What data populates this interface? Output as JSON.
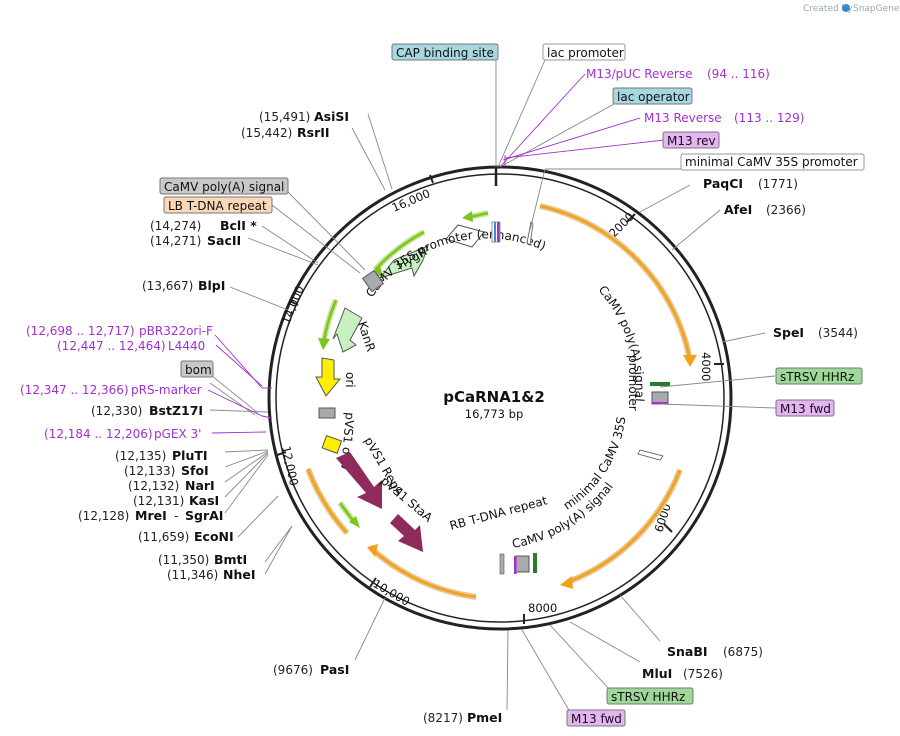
{
  "credit": {
    "prefix": "Created by",
    "brand": "SnapGene"
  },
  "plasmid": {
    "name": "pCaRNA1&2",
    "length": "16,773 bp"
  },
  "ticks": {
    "t2000": "2000",
    "t4000": "4000",
    "t6000": "6000",
    "t8000": "8000",
    "t10000": "10,000",
    "t12000": "12,000",
    "t14000": "14,000",
    "t16000": "16,000"
  },
  "boxes": {
    "cap_binding_site": "CAP binding site",
    "lac_promoter": "lac promoter",
    "lac_operator": "lac operator",
    "m13_rev": "M13 rev",
    "minimal_camv_top": "minimal CaMV 35S promoter",
    "camv_polya_left": "CaMV poly(A) signal",
    "lb_tdna": "LB T-DNA repeat",
    "bom": "bom",
    "strsv_right": "sTRSV HHRz",
    "m13_fwd_right": "M13 fwd",
    "strsv_bottom": "sTRSV HHRz",
    "m13_fwd_bottom": "M13 fwd"
  },
  "primers": {
    "m13_puc_rev": "M13/pUC Reverse",
    "m13_puc_rev_pos": "(94 .. 116)",
    "m13_reverse": "M13 Reverse",
    "m13_reverse_pos": "(113 .. 129)",
    "pbr322": "pBR322ori-F",
    "pbr322_pos": "(12,698 .. 12,717)",
    "l4440": "L4440",
    "l4440_pos": "(12,447 .. 12,464)",
    "prs": "pRS-marker",
    "prs_pos": "(12,347 .. 12,366)",
    "pgex": "pGEX 3'",
    "pgex_pos": "(12,184 .. 12,206)"
  },
  "enzymes": {
    "asisi": {
      "name": "AsiSI",
      "pos": "(15,491)"
    },
    "rsrii": {
      "name": "RsrII",
      "pos": "(15,442)"
    },
    "bcli": {
      "name": "BclI *",
      "pos": "(14,274)"
    },
    "sacii": {
      "name": "SacII",
      "pos": "(14,271)"
    },
    "blpi": {
      "name": "BlpI",
      "pos": "(13,667)"
    },
    "bstz17i": {
      "name": "BstZ17I",
      "pos": "(12,330)"
    },
    "pluti": {
      "name": "PluTI",
      "pos": "(12,135)"
    },
    "sfoi": {
      "name": "SfoI",
      "pos": "(12,133)"
    },
    "nari": {
      "name": "NarI",
      "pos": "(12,132)"
    },
    "kasi": {
      "name": "KasI",
      "pos": "(12,131)"
    },
    "mrei": {
      "name": "MreI",
      "pos": "(12,128)",
      "alt": "SgrAI"
    },
    "econi": {
      "name": "EcoNI",
      "pos": "(11,659)"
    },
    "bmti": {
      "name": "BmtI",
      "pos": "(11,350)"
    },
    "nhei": {
      "name": "NheI",
      "pos": "(11,346)"
    },
    "pasi": {
      "name": "PasI",
      "pos": "(9676)"
    },
    "pmei": {
      "name": "PmeI",
      "pos": "(8217)"
    },
    "paqci": {
      "name": "PaqCI",
      "pos": "(1771)"
    },
    "afei": {
      "name": "AfeI",
      "pos": "(2366)"
    },
    "spei": {
      "name": "SpeI",
      "pos": "(3544)"
    },
    "snabi": {
      "name": "SnaBI",
      "pos": "(6875)"
    },
    "mlui": {
      "name": "MluI",
      "pos": "(7526)"
    }
  },
  "features": {
    "hygr": "HygR",
    "camv35s_enh": "CaMV 35S promoter (enhanced)",
    "kanr": "KanR",
    "ori": "ori",
    "pvs1_oriv": "pVS1 oriV",
    "pvs1_repa": "pVS1 RepA",
    "pvs1_staa": "pVS1 StaA",
    "rb_tdna": "RB T-DNA repeat",
    "camv_polya_inner_bottom": "CaMV poly(A) signal",
    "min_camv_inner": "minimal CaMV 35S promoter",
    "camv_polya_inner_right": "CaMV poly(A) signal",
    "min_camv_inner_right": "promoter"
  },
  "colors": {
    "backbone": "#222222",
    "orange": "#f2a21a",
    "green": "#7cc51e",
    "maroon": "#8e2b5c",
    "yellow": "#ffee00",
    "primer": "#a32fd0",
    "box_blue": "#a7d7e0",
    "box_gray": "#c8c8c8",
    "box_peach": "#fbd9b8",
    "box_green": "#9ed99a",
    "box_purple": "#e4b5f2"
  }
}
